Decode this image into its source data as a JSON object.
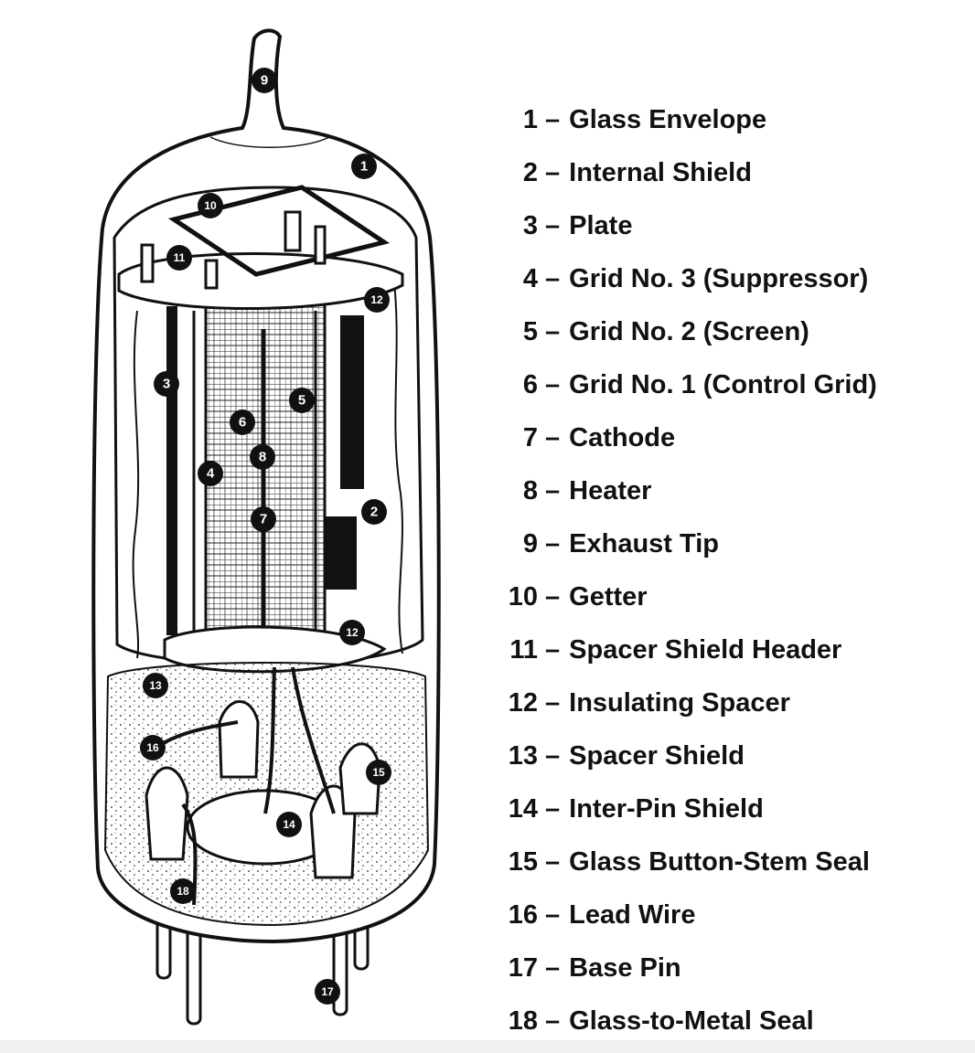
{
  "legend": [
    {
      "number": "1",
      "label": "Glass Envelope"
    },
    {
      "number": "2",
      "label": "Internal Shield"
    },
    {
      "number": "3",
      "label": "Plate"
    },
    {
      "number": "4",
      "label": "Grid No. 3 (Suppressor)"
    },
    {
      "number": "5",
      "label": "Grid No. 2 (Screen)"
    },
    {
      "number": "6",
      "label": "Grid No. 1 (Control Grid)"
    },
    {
      "number": "7",
      "label": "Cathode"
    },
    {
      "number": "8",
      "label": "Heater"
    },
    {
      "number": "9",
      "label": "Exhaust Tip"
    },
    {
      "number": "10",
      "label": "Getter"
    },
    {
      "number": "11",
      "label": "Spacer Shield Header"
    },
    {
      "number": "12",
      "label": "Insulating Spacer"
    },
    {
      "number": "13",
      "label": "Spacer Shield"
    },
    {
      "number": "14",
      "label": "Inter-Pin Shield"
    },
    {
      "number": "15",
      "label": "Glass Button-Stem Seal"
    },
    {
      "number": "16",
      "label": "Lead Wire"
    },
    {
      "number": "17",
      "label": "Base Pin"
    },
    {
      "number": "18",
      "label": "Glass-to-Metal Seal"
    }
  ],
  "legend_separator": "–",
  "callouts": [
    "9",
    "1",
    "10",
    "11",
    "12",
    "3",
    "5",
    "6",
    "8",
    "4",
    "2",
    "7",
    "12",
    "13",
    "16",
    "15",
    "14",
    "18",
    "17"
  ],
  "colors": {
    "ink": "#111111",
    "background": "#ffffff"
  }
}
